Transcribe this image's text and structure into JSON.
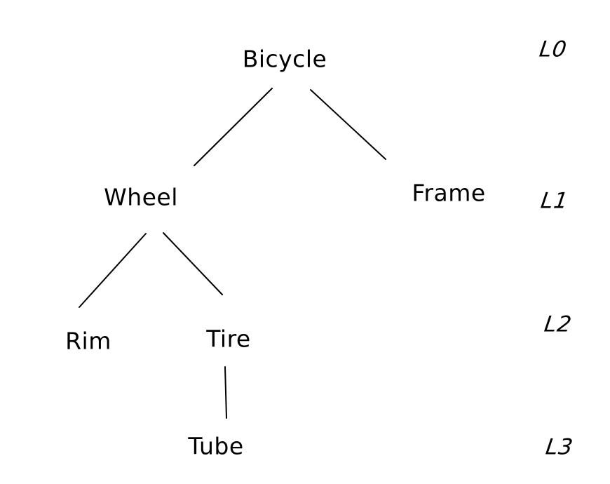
{
  "diagram": {
    "type": "tree",
    "style": "hand-drawn",
    "nodes": {
      "bicycle": {
        "label": "Bicycle",
        "level": "L0"
      },
      "wheel": {
        "label": "Wheel",
        "level": "L1"
      },
      "frame": {
        "label": "Frame",
        "level": "L1"
      },
      "rim": {
        "label": "Rim",
        "level": "L2"
      },
      "tire": {
        "label": "Tire",
        "level": "L2"
      },
      "tube": {
        "label": "Tube",
        "level": "L3"
      }
    },
    "edges": [
      {
        "from": "Bicycle",
        "to": "Wheel"
      },
      {
        "from": "Bicycle",
        "to": "Frame"
      },
      {
        "from": "Wheel",
        "to": "Rim"
      },
      {
        "from": "Wheel",
        "to": "Tire"
      },
      {
        "from": "Tire",
        "to": "Tube"
      }
    ],
    "level_labels": {
      "l0": "L0",
      "l1": "L1",
      "l2": "L2",
      "l3": "L3"
    },
    "colors": {
      "ink": "#000000",
      "background": "#ffffff"
    }
  }
}
